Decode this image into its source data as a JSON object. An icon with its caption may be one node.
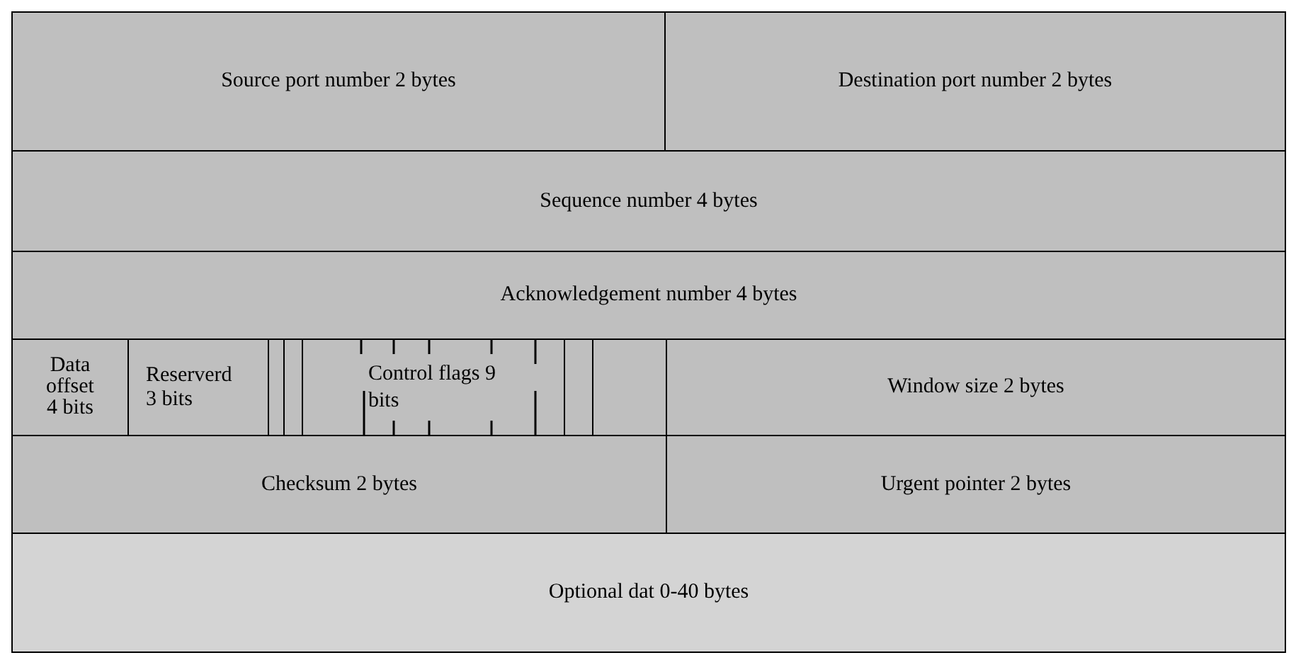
{
  "diagram": {
    "nodes": [
      {
        "text": [
          "Source port number 2 bytes"
        ]
      },
      {
        "text": [
          "Destination port number 2 bytes"
        ]
      },
      {
        "text": [
          "Sequence number 4 bytes"
        ]
      },
      {
        "text": [
          "Acknowledgement number 4 bytes"
        ]
      },
      {
        "text": [
          "Data offset 4 bits"
        ]
      },
      {
        "text": [
          "Reserverd 3 bits"
        ]
      },
      {
        "text": [],
        "shape": "box"
      },
      {
        "text": [],
        "shape": "box"
      },
      {
        "text": [
          "Control flags 9 bits"
        ]
      },
      {
        "text": [],
        "shape": "box"
      },
      {
        "text": [],
        "shape": "box"
      },
      {
        "text": [
          "Window size 2 bytes"
        ]
      },
      {
        "text": [
          "Checksum 2 bytes"
        ]
      },
      {
        "text": [
          "Urgent pointer 2 bytes"
        ]
      },
      {
        "text": [
          "Optional dat 0-40 bytes"
        ]
      }
    ]
  }
}
